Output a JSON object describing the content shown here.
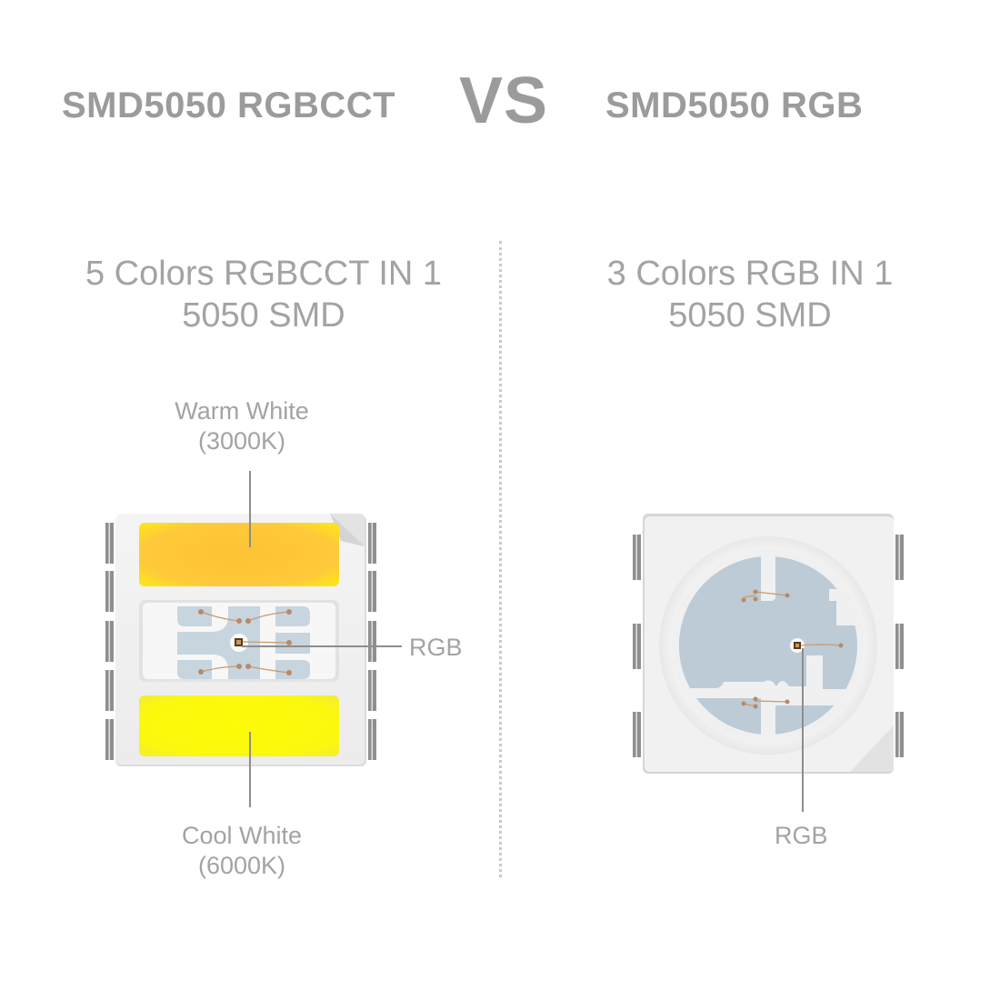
{
  "header": {
    "left_title": "SMD5050 RGBCCT",
    "vs": "VS",
    "right_title": "SMD5050 RGB"
  },
  "left_panel": {
    "subtitle_line1": "5 Colors RGBCCT IN 1",
    "subtitle_line2": "5050 SMD",
    "labels": {
      "warm_white": "Warm White",
      "warm_white_temp": "(3000K)",
      "rgb": "RGB",
      "cool_white": "Cool White",
      "cool_white_temp": "(6000K)"
    },
    "colors": {
      "warm_white": "#fdc833",
      "cool_white": "#fbf90a",
      "pad": "#c8d6e0",
      "body": "#f1f1f1"
    }
  },
  "right_panel": {
    "subtitle_line1": "3 Colors RGB IN 1",
    "subtitle_line2": "5050 SMD",
    "labels": {
      "rgb": "RGB"
    },
    "colors": {
      "pad": "#b9cad6",
      "body": "#f1f1f1"
    }
  }
}
